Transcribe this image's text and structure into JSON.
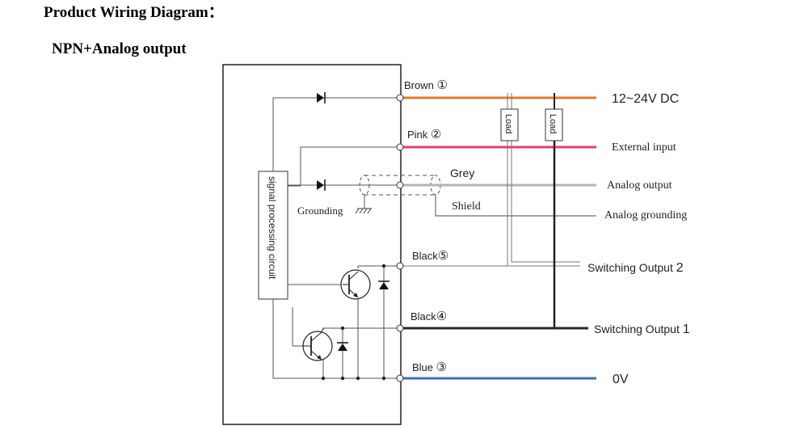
{
  "title": "Product Wiring Diagram：",
  "subtitle": "NPN+Analog output",
  "circuit_label": "signal processing circuit",
  "grounding_label": "Grounding",
  "load_label": "Load",
  "wires": [
    {
      "name": "Brown",
      "num": "①",
      "color": "#e8782a",
      "output": "12~24V DC"
    },
    {
      "name": "Pink",
      "num": "②",
      "color": "#e63f6e",
      "output": "External input"
    },
    {
      "name": "Grey",
      "num": "",
      "color": "#b4b4b4",
      "output": "Analog output"
    },
    {
      "name": "Shield",
      "num": "",
      "color": "#6e6e6e",
      "output": "Analog grounding"
    },
    {
      "name": "Black",
      "num": "⑤",
      "color": "#2a2a2a",
      "output": "Switching Output",
      "output_num": "2"
    },
    {
      "name": "Black",
      "num": "④",
      "color": "#2a2a2a",
      "output": "Switching Output",
      "output_num": "1"
    },
    {
      "name": "Blue",
      "num": "③",
      "color": "#3d6fb6",
      "output": "0V"
    }
  ]
}
